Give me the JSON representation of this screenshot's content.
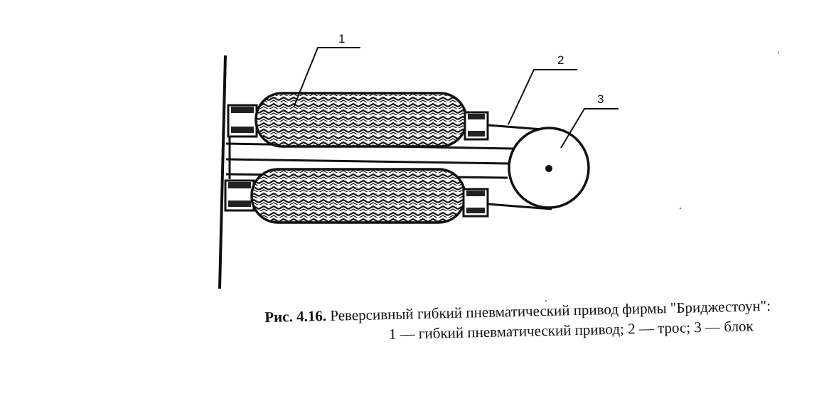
{
  "callouts": [
    "1",
    "2",
    "3"
  ],
  "caption": {
    "label": "Рис. 4.16.",
    "title": "Реверсивный гибкий пневматический привод фирмы \"Бриджестоун\":",
    "legend": "1 — гибкий пневматический привод; 2 — трос; 3 — блок"
  },
  "colors": {
    "ink": "#111111",
    "background": "#ffffff"
  }
}
